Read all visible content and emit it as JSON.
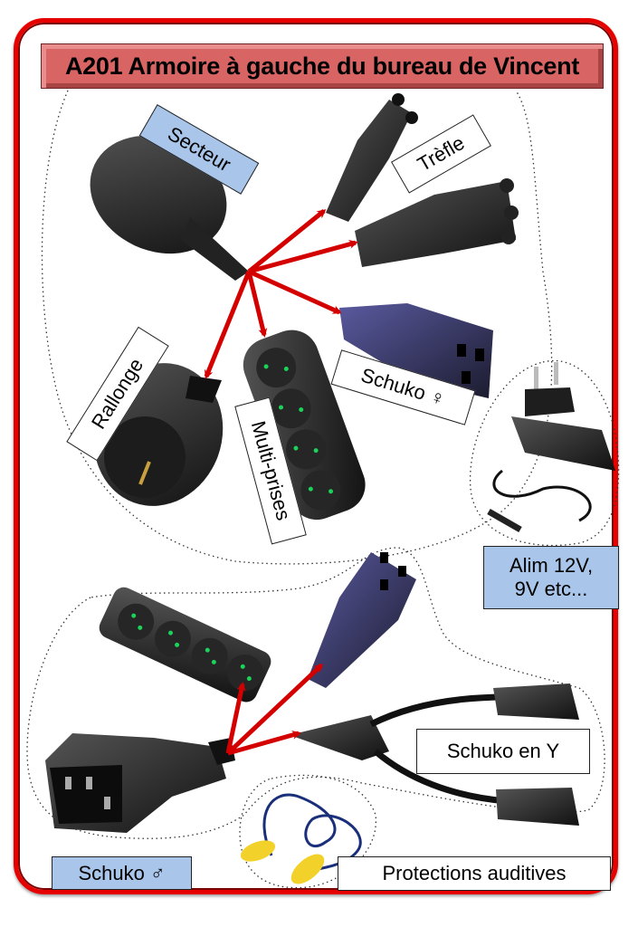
{
  "title": "A201 Armoire à gauche du bureau de Vincent",
  "colors": {
    "frame": "#e60000",
    "title_bg": "#d96464",
    "label_blue": "#a9c6ea",
    "arrow": "#d40000"
  },
  "labels": {
    "secteur": "Secteur",
    "trefle": "Trèfle",
    "schuko_female": "Schuko ♀",
    "rallonge": "Rallonge",
    "multi_prises": "Multi-prises",
    "alim": "Alim 12V, 9V etc...",
    "alim_line1": "Alim 12V,",
    "alim_line2": "9V etc...",
    "schuko_en_y": "Schuko en Y",
    "schuko_male": "Schuko ♂",
    "protections": "Protections auditives"
  },
  "items": [
    {
      "id": "secteur-plug",
      "icon": "schuko-plug-icon"
    },
    {
      "id": "c7-figure8-connector",
      "icon": "figure-eight-connector-icon"
    },
    {
      "id": "c5-clover-connector",
      "icon": "clover-connector-icon"
    },
    {
      "id": "c13-female-connector",
      "icon": "iec-c13-connector-icon"
    },
    {
      "id": "extension-socket",
      "icon": "extension-socket-icon"
    },
    {
      "id": "power-strip",
      "icon": "power-strip-icon"
    },
    {
      "id": "power-adapter",
      "icon": "power-adapter-icon"
    },
    {
      "id": "c14-male-connector",
      "icon": "iec-c14-connector-icon"
    },
    {
      "id": "y-splitter-cable",
      "icon": "y-splitter-icon"
    },
    {
      "id": "earplugs",
      "icon": "earplugs-icon"
    }
  ]
}
